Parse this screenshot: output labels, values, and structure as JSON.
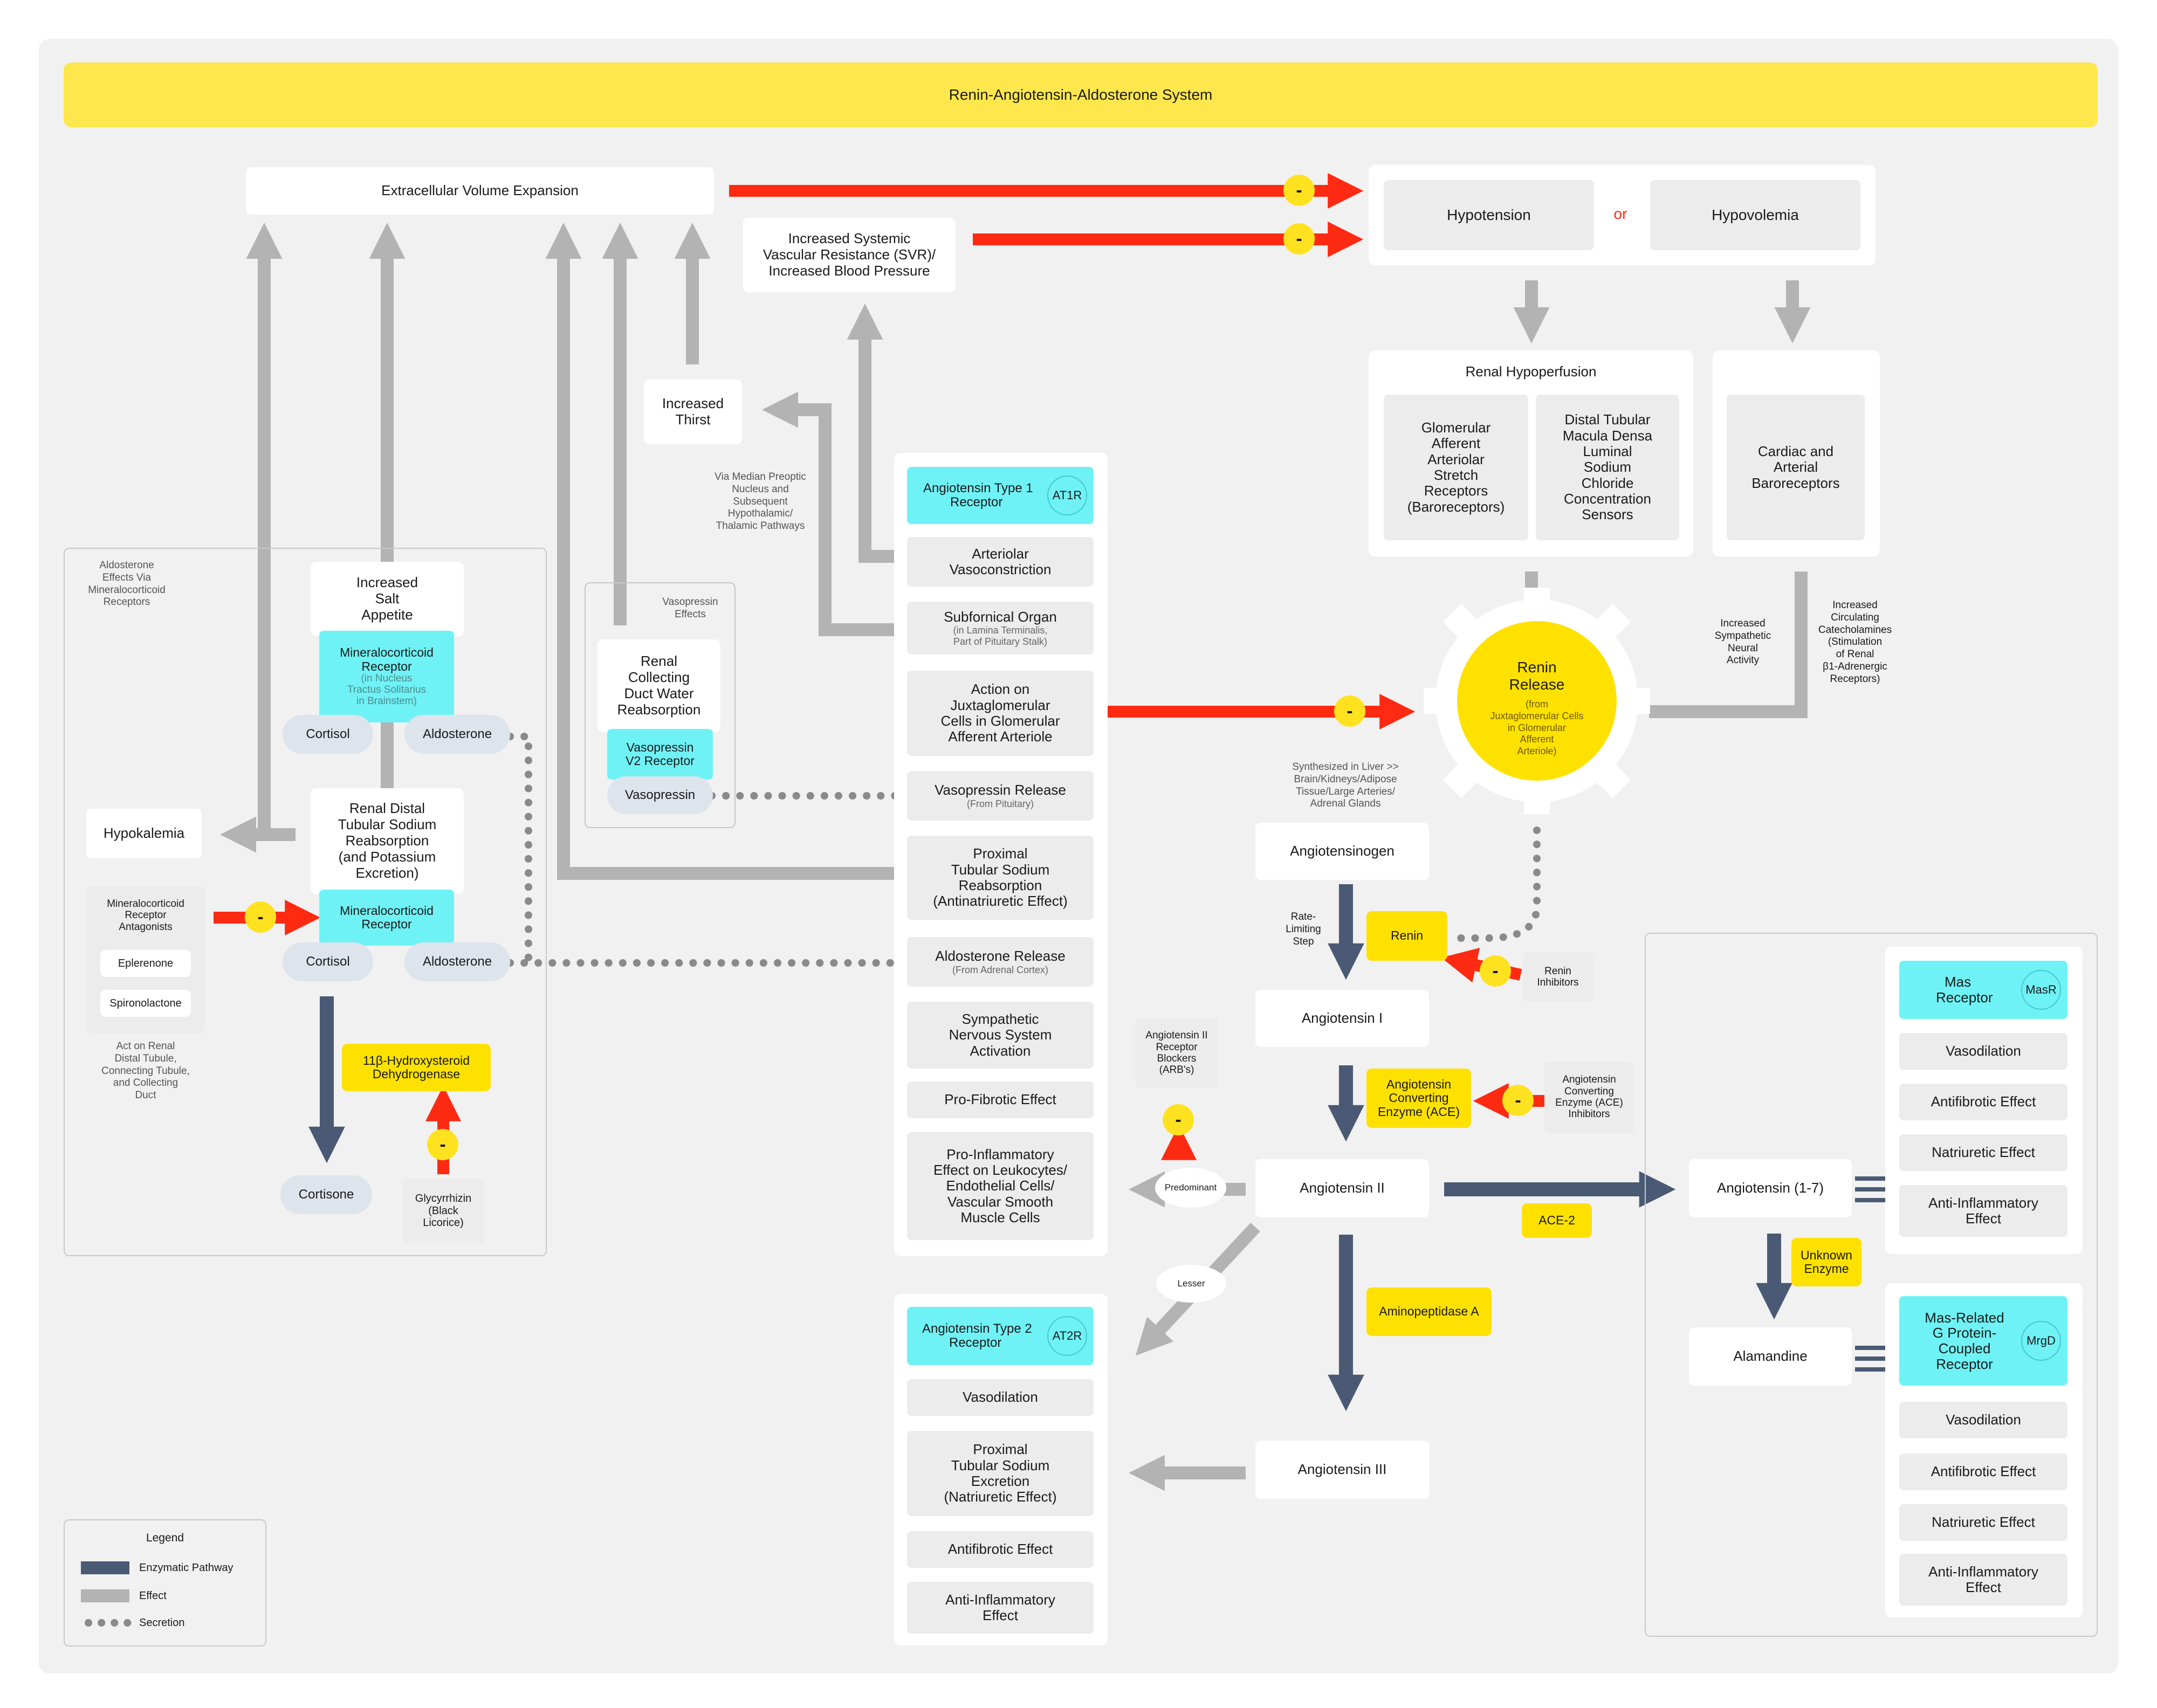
{
  "title": "Renin-Angiotensin-Aldosterone System",
  "minus_sign": "-",
  "top": {
    "ecv_expansion": "Extracellular Volume Expansion",
    "svr": [
      "Increased Systemic",
      "Vascular Resistance (SVR)/",
      "Increased  Blood Pressure"
    ],
    "hypotension": "Hypotension",
    "or": "or",
    "hypovolemia": "Hypovolemia",
    "increased_thirst": [
      "Increased",
      "Thirst"
    ]
  },
  "renal": {
    "hypoperfusion_title": "Renal Hypoperfusion",
    "glomerular": [
      "Glomerular",
      "Afferent",
      "Arteriolar",
      "Stretch",
      "Receptors",
      "(Baroreceptors)"
    ],
    "macula_densa": [
      "Distal Tubular",
      "Macula Densa",
      "Luminal",
      "Sodium",
      "Chloride",
      "Concentration",
      "Sensors"
    ],
    "cardiac": [
      "Cardiac and",
      "Arterial",
      "Baroreceptors"
    ],
    "sympathetic_label": [
      "Increased",
      "Sympathetic",
      "Neural",
      "Activity"
    ],
    "catechol_label": [
      "Increased",
      "Circulating",
      "Catecholamines",
      "(Stimulation",
      "of Renal",
      "β1-Adrenergic",
      "Receptors)"
    ],
    "renin_release": [
      "Renin",
      "Release"
    ],
    "renin_release_sub": [
      "(from",
      "Juxtaglomerular Cells",
      "in Glomerular",
      "Afferent",
      "Arteriole)"
    ]
  },
  "center_column": {
    "at1r_title": [
      "Angiotensin Type 1",
      "Receptor"
    ],
    "at1r_badge": "AT1R",
    "arteriolar": [
      "Arteriolar",
      "Vasoconstriction"
    ],
    "subfornical": "Subfornical Organ",
    "subfornical_sub": [
      "(in Lamina Terminalis,",
      "Part of Pituitary Stalk)"
    ],
    "juxta": [
      "Action on",
      "Juxtaglomerular",
      "Cells in Glomerular",
      "Afferent Arteriole"
    ],
    "vasopressin_release": "Vasopressin Release",
    "vasopressin_release_sub": "(From Pituitary)",
    "proximal": [
      "Proximal",
      "Tubular Sodium",
      "Reabsorption",
      "(Antinatriuretic Effect)"
    ],
    "aldosterone_release": "Aldosterone Release",
    "aldosterone_release_sub": "(From Adrenal Cortex)",
    "sympathetic": [
      "Sympathetic",
      "Nervous System",
      "Activation"
    ],
    "profibrotic": "Pro-Fibrotic Effect",
    "proinflammatory": [
      "Pro-Inflammatory",
      "Effect on Leukocytes/",
      "Endothelial Cells/",
      "Vascular Smooth",
      "Muscle Cells"
    ],
    "median_preoptic": [
      "Via Median Preoptic",
      "Nucleus and",
      "Subsequent",
      "Hypothalamic/",
      "Thalamic Pathways"
    ]
  },
  "vasopressin_frame": {
    "label": [
      "Vasopressin",
      "Effects"
    ],
    "collecting": [
      "Renal",
      "Collecting",
      "Duct Water",
      "Reabsorption"
    ],
    "receptor": [
      "Vasopressin",
      "V2 Receptor"
    ],
    "vasopressin": "Vasopressin"
  },
  "aldo_frame": {
    "label": [
      "Aldosterone",
      "Effects Via",
      "Mineralocorticoid",
      "Receptors"
    ],
    "salt": [
      "Increased",
      "Salt",
      "Appetite"
    ],
    "mr_brain": [
      "Mineralocorticoid",
      "Receptor"
    ],
    "mr_brain_sub": [
      "(in Nucleus",
      "Tractus Solitarius",
      "in Brainstem)"
    ],
    "cortisol": "Cortisol",
    "aldosterone": "Aldosterone",
    "renal_distal": [
      "Renal Distal",
      "Tubular Sodium",
      "Reabsorption",
      "(and Potassium",
      "Excretion)"
    ],
    "mr_kidney": [
      "Mineralocorticoid",
      "Receptor"
    ],
    "hypokalemia": "Hypokalemia",
    "antagonists": [
      "Mineralocorticoid",
      "Receptor",
      "Antagonists"
    ],
    "eplerenone": "Eplerenone",
    "spironolactone": "Spironolactone",
    "act_on": [
      "Act on Renal",
      "Distal Tubule,",
      "Connecting Tubule,",
      "and Collecting",
      "Duct"
    ],
    "hsd": [
      "11β-Hydroxysteroid",
      "Dehydrogenase"
    ],
    "cortisone": "Cortisone",
    "glycyrrhizin": [
      "Glycyrrhizin",
      "(Black",
      "Licorice)"
    ]
  },
  "cascade": {
    "synth_label": [
      "Synthesized in Liver >>",
      "Brain/Kidneys/Adipose",
      "Tissue/Large Arteries/",
      "Adrenal Glands"
    ],
    "angiotensinogen": "Angiotensinogen",
    "rate_limiting": [
      "Rate-",
      "Limiting",
      "Step"
    ],
    "renin": "Renin",
    "renin_inhibitors": [
      "Renin",
      "Inhibitors"
    ],
    "angiotensin_1": "Angiotensin I",
    "ace": [
      "Angiotensin",
      "Converting",
      "Enzyme (ACE)"
    ],
    "ace_inhibitors": [
      "Angiotensin",
      "Converting",
      "Enzyme (ACE)",
      "Inhibitors"
    ],
    "arb": [
      "Angiotensin II",
      "Receptor",
      "Blockers",
      "(ARB's)"
    ],
    "predominant": "Predominant",
    "angiotensin_2": "Angiotensin II",
    "lesser": "Lesser",
    "ace2": "ACE-2",
    "aminopeptidase": "Aminopeptidase A",
    "angiotensin_3": "Angiotensin III"
  },
  "at2r_column": {
    "title": [
      "Angiotensin Type 2",
      "Receptor"
    ],
    "badge": "AT2R",
    "vasodilation": "Vasodilation",
    "natriuresis": [
      "Proximal",
      "Tubular Sodium",
      "Excretion",
      "(Natriuretic Effect)"
    ],
    "antifibrotic": "Antifibrotic Effect",
    "anti_inflammatory": [
      "Anti-Inflammatory",
      "Effect"
    ]
  },
  "right_frame": {
    "ang_1_7": "Angiotensin (1-7)",
    "unknown_enzyme": [
      "Unknown",
      "Enzyme"
    ],
    "alamandine": "Alamandine",
    "mas_title": [
      "Mas",
      "Receptor"
    ],
    "mas_badge": "MasR",
    "mas_items": [
      "Vasodilation",
      "Antifibrotic Effect",
      "Natriuretic Effect"
    ],
    "mas_anti": [
      "Anti-Inflammatory",
      "Effect"
    ],
    "mrgd_title": [
      "Mas-Related",
      "G Protein-",
      "Coupled",
      "Receptor"
    ],
    "mrgd_badge": "MrgD",
    "mrgd_items": [
      "Vasodilation",
      "Antifibrotic Effect",
      "Natriuretic Effect"
    ],
    "mrgd_anti": [
      "Anti-Inflammatory",
      "Effect"
    ]
  },
  "legend": {
    "title": "Legend",
    "enzymatic": "Enzymatic Pathway",
    "effect": "Effect",
    "secretion": "Secretion"
  },
  "colors": {
    "banner": "#fde74c",
    "panel": "#f1f1f1",
    "enzymatic": "#4a5a74",
    "effect": "#b3b3b3",
    "inhibition": "#ff2a12",
    "receptor": "#6ff2f5",
    "enzyme": "#ffe100",
    "secretion_dots": "#8a8a8a"
  }
}
